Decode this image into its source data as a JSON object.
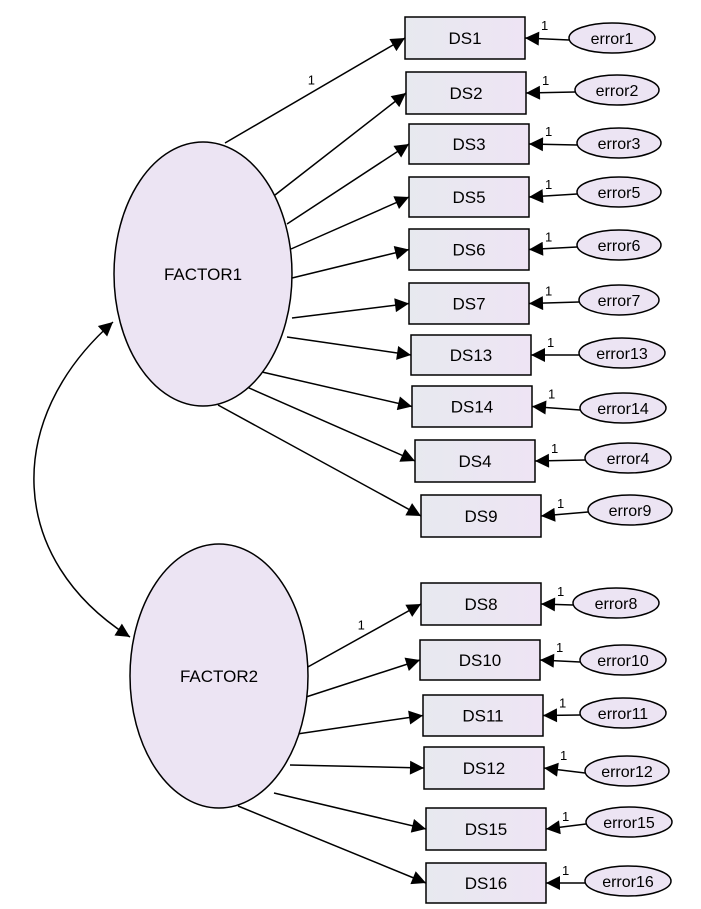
{
  "factors": [
    {
      "id": "FACTOR1",
      "label": "FACTOR1"
    },
    {
      "id": "FACTOR2",
      "label": "FACTOR2"
    }
  ],
  "indicators": [
    {
      "label": "DS1",
      "factor": "FACTOR1",
      "error": "error1",
      "loading_label": "1",
      "error_label": "1"
    },
    {
      "label": "DS2",
      "factor": "FACTOR1",
      "error": "error2",
      "loading_label": "",
      "error_label": "1"
    },
    {
      "label": "DS3",
      "factor": "FACTOR1",
      "error": "error3",
      "loading_label": "",
      "error_label": "1"
    },
    {
      "label": "DS5",
      "factor": "FACTOR1",
      "error": "error5",
      "loading_label": "",
      "error_label": "1"
    },
    {
      "label": "DS6",
      "factor": "FACTOR1",
      "error": "error6",
      "loading_label": "",
      "error_label": "1"
    },
    {
      "label": "DS7",
      "factor": "FACTOR1",
      "error": "error7",
      "loading_label": "",
      "error_label": "1"
    },
    {
      "label": "DS13",
      "factor": "FACTOR1",
      "error": "error13",
      "loading_label": "",
      "error_label": "1"
    },
    {
      "label": "DS14",
      "factor": "FACTOR1",
      "error": "error14",
      "loading_label": "",
      "error_label": "1"
    },
    {
      "label": "DS4",
      "factor": "FACTOR1",
      "error": "error4",
      "loading_label": "",
      "error_label": "1"
    },
    {
      "label": "DS9",
      "factor": "FACTOR1",
      "error": "error9",
      "loading_label": "",
      "error_label": "1"
    },
    {
      "label": "DS8",
      "factor": "FACTOR2",
      "error": "error8",
      "loading_label": "1",
      "error_label": "1"
    },
    {
      "label": "DS10",
      "factor": "FACTOR2",
      "error": "error10",
      "loading_label": "",
      "error_label": "1"
    },
    {
      "label": "DS11",
      "factor": "FACTOR2",
      "error": "error11",
      "loading_label": "",
      "error_label": "1"
    },
    {
      "label": "DS12",
      "factor": "FACTOR2",
      "error": "error12",
      "loading_label": "",
      "error_label": "1"
    },
    {
      "label": "DS15",
      "factor": "FACTOR2",
      "error": "error15",
      "loading_label": "",
      "error_label": "1"
    },
    {
      "label": "DS16",
      "factor": "FACTOR2",
      "error": "error16",
      "loading_label": "",
      "error_label": "1"
    }
  ],
  "colors": {
    "ellipse_fill": "#ece4f3",
    "box_fill_left": "#e7e9ef",
    "box_fill_right": "#eee4f4",
    "stroke": "#000000"
  }
}
